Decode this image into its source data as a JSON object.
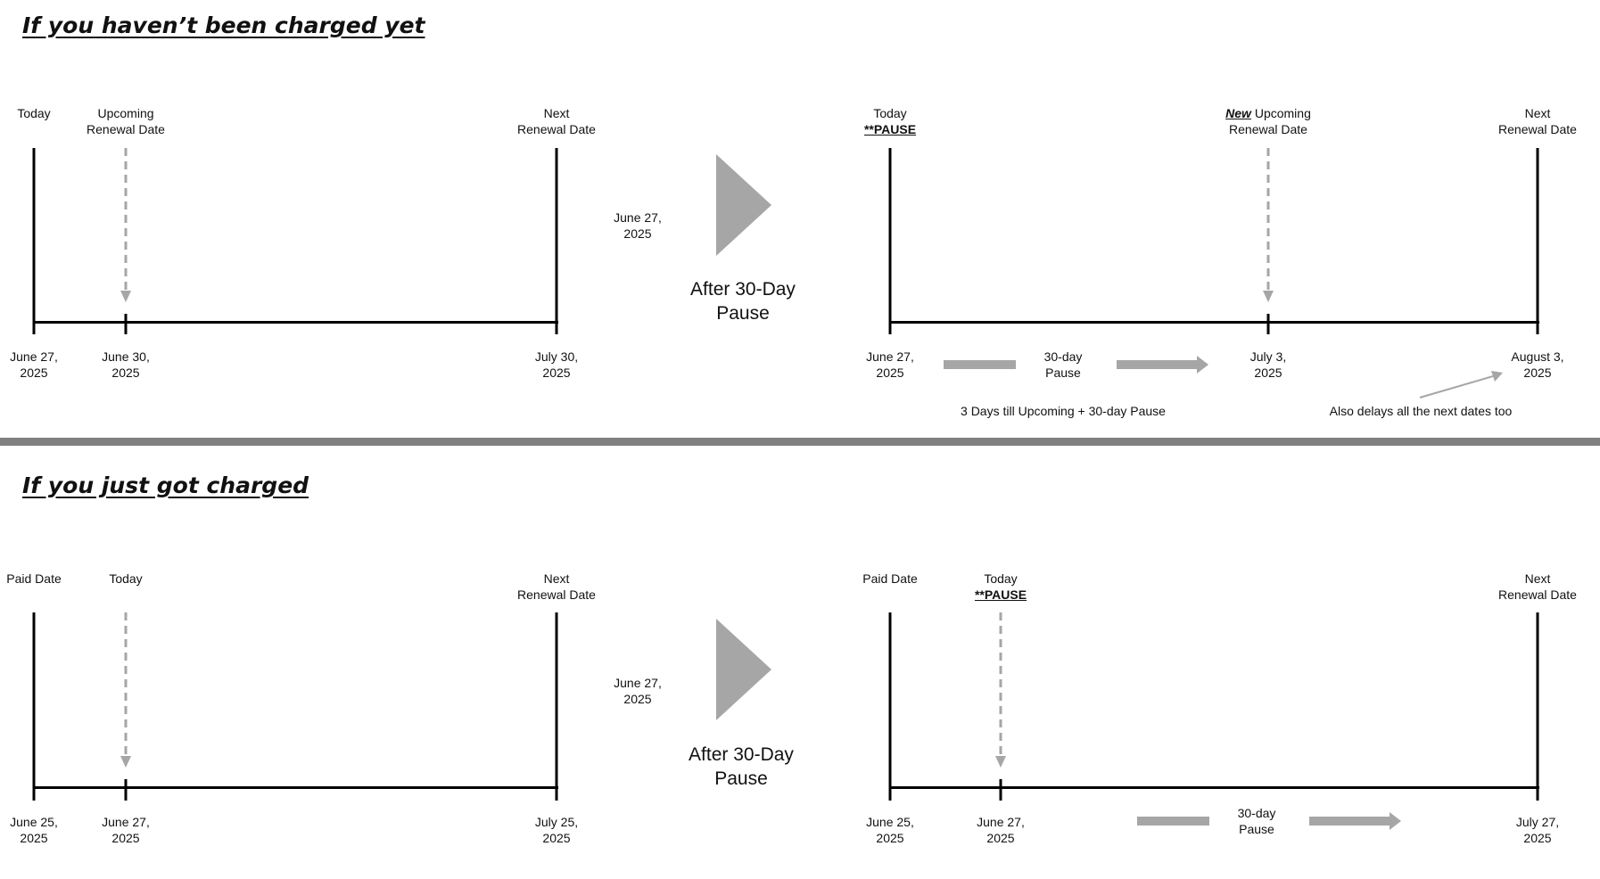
{
  "colors": {
    "ink": "#000000",
    "gray": "#a6a6a6",
    "divider": "#808080"
  },
  "section1": {
    "title": "If you haven’t been charged yet",
    "left": {
      "today_top": "Today",
      "upcoming_top_1": "Upcoming",
      "upcoming_top_2": "Renewal Date",
      "next_top_1": "Next",
      "next_top_2": "Renewal Date",
      "d1_a": "June 27,",
      "d1_b": "2025",
      "d2_a": "June 30,",
      "d2_b": "2025",
      "d3_a": "July 30,",
      "d3_b": "2025"
    },
    "mid": {
      "date_a": "June 27,",
      "date_b": "2025",
      "label_a": "After 30-Day",
      "label_b": "Pause"
    },
    "right": {
      "today_top": "Today",
      "pause_tag": "**PAUSE",
      "new_word": "New",
      "upcoming_rest": " Upcoming",
      "upcoming_top_2": "Renewal Date",
      "next_top_1": "Next",
      "next_top_2": "Renewal Date",
      "d1_a": "June 27,",
      "d1_b": "2025",
      "pause_a": "30-day",
      "pause_b": "Pause",
      "d2_a": "July 3,",
      "d2_b": "2025",
      "d3_a": "August 3,",
      "d3_b": "2025",
      "note_left": "3 Days till Upcoming + 30-day Pause",
      "note_right": "Also delays all the next dates too"
    }
  },
  "section2": {
    "title": "If you just got charged",
    "left": {
      "paid_top": "Paid Date",
      "today_top": "Today",
      "next_top_1": "Next",
      "next_top_2": "Renewal Date",
      "d1_a": "June 25,",
      "d1_b": "2025",
      "d2_a": "June 27,",
      "d2_b": "2025",
      "d3_a": "July 25,",
      "d3_b": "2025"
    },
    "mid": {
      "date_a": "June 27,",
      "date_b": "2025",
      "label_a": "After 30-Day",
      "label_b": "Pause"
    },
    "right": {
      "paid_top": "Paid Date",
      "today_top": "Today",
      "pause_tag": "**PAUSE",
      "next_top_1": "Next",
      "next_top_2": "Renewal Date",
      "d1_a": "June 25,",
      "d1_b": "2025",
      "d2_a": "June 27,",
      "d2_b": "2025",
      "pause_a": "30-day",
      "pause_b": "Pause",
      "d3_a": "July 27,",
      "d3_b": "2025"
    }
  }
}
